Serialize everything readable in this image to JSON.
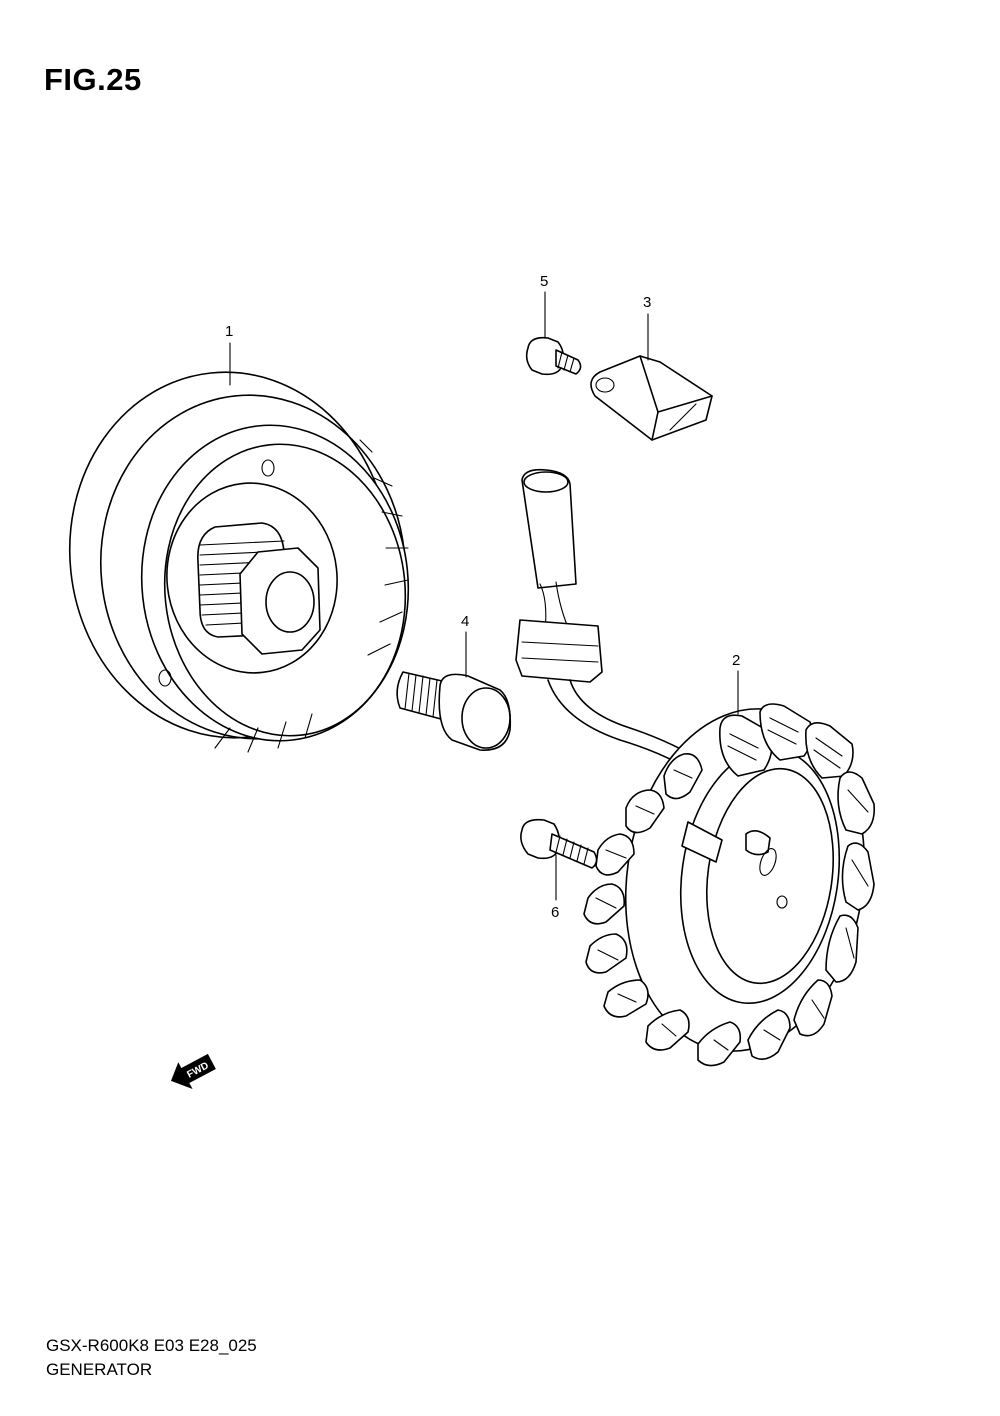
{
  "figure": {
    "title": "FIG.25",
    "model_code": "GSX-R600K8 E03 E28_025",
    "name": "GENERATOR"
  },
  "callouts": [
    {
      "id": "1",
      "part": "rotor"
    },
    {
      "id": "2",
      "part": "stator"
    },
    {
      "id": "3",
      "part": "clamp"
    },
    {
      "id": "4",
      "part": "rotor-bolt"
    },
    {
      "id": "5",
      "part": "clamp-screw"
    },
    {
      "id": "6",
      "part": "stator-bolt"
    }
  ],
  "fwd_label": "FWD",
  "icons": {
    "fwd": "fwd-arrow-icon"
  }
}
